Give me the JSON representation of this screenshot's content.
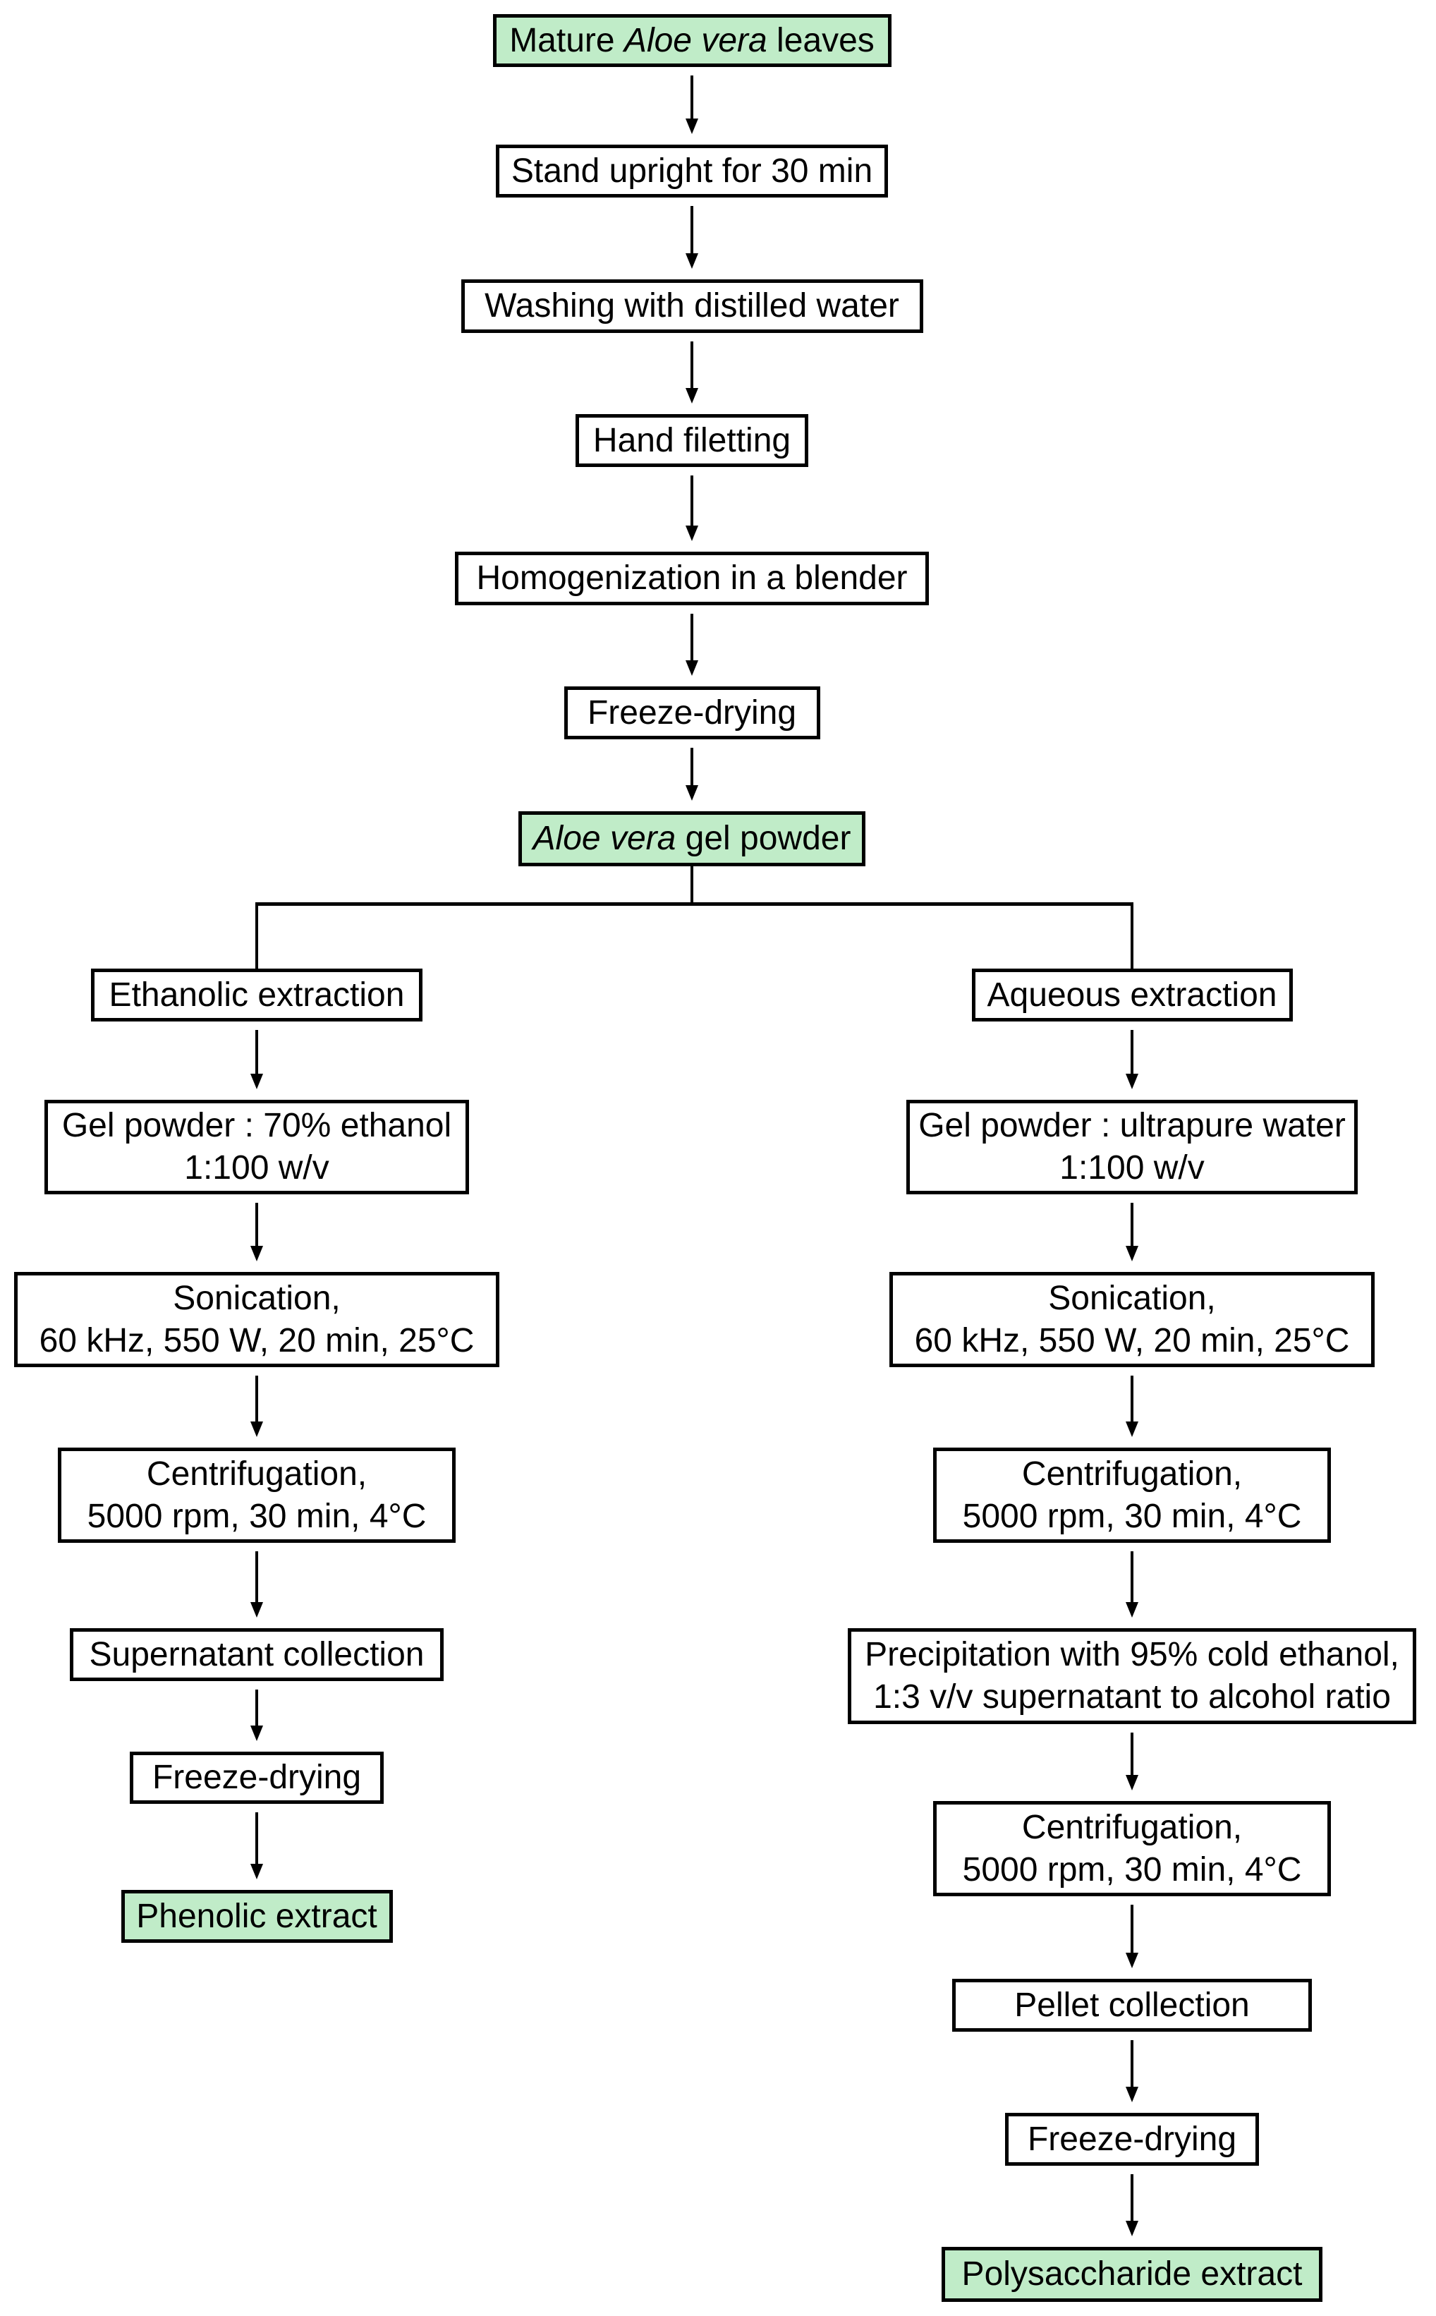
{
  "diagram": {
    "colors": {
      "background": "#ffffff",
      "box_fill": "#ffffff",
      "highlight_fill": "#c0ecc8",
      "border": "#000000",
      "text": "#000000",
      "connector": "#000000"
    },
    "nodes": [
      {
        "id": "mature-leaves",
        "fill": "highlight",
        "lines": [
          [
            {
              "text": "Mature "
            },
            {
              "text": "Aloe vera",
              "italic": true
            },
            {
              "text": " leaves"
            }
          ]
        ]
      },
      {
        "id": "stand-upright",
        "fill": "white",
        "lines": [
          [
            {
              "text": "Stand upright for 30 min"
            }
          ]
        ]
      },
      {
        "id": "washing",
        "fill": "white",
        "lines": [
          [
            {
              "text": "Washing with distilled water"
            }
          ]
        ]
      },
      {
        "id": "hand-filetting",
        "fill": "white",
        "lines": [
          [
            {
              "text": "Hand filetting"
            }
          ]
        ]
      },
      {
        "id": "homogenization",
        "fill": "white",
        "lines": [
          [
            {
              "text": "Homogenization in a blender"
            }
          ]
        ]
      },
      {
        "id": "freeze-drying-1",
        "fill": "white",
        "lines": [
          [
            {
              "text": "Freeze-drying"
            }
          ]
        ]
      },
      {
        "id": "gel-powder",
        "fill": "highlight",
        "lines": [
          [
            {
              "text": "Aloe vera",
              "italic": true
            },
            {
              "text": " gel powder"
            }
          ]
        ]
      },
      {
        "id": "ethanolic-extraction",
        "fill": "white",
        "lines": [
          [
            {
              "text": "Ethanolic extraction"
            }
          ]
        ]
      },
      {
        "id": "aqueous-extraction",
        "fill": "white",
        "lines": [
          [
            {
              "text": "Aqueous extraction"
            }
          ]
        ]
      },
      {
        "id": "gel-powder-ethanol",
        "fill": "white",
        "lines": [
          [
            {
              "text": "Gel powder : 70% ethanol"
            }
          ],
          [
            {
              "text": "1:100 w/v"
            }
          ]
        ]
      },
      {
        "id": "gel-powder-water",
        "fill": "white",
        "lines": [
          [
            {
              "text": "Gel powder : ultrapure water"
            }
          ],
          [
            {
              "text": "1:100 w/v"
            }
          ]
        ]
      },
      {
        "id": "sonication-left",
        "fill": "white",
        "lines": [
          [
            {
              "text": "Sonication,"
            }
          ],
          [
            {
              "text": "60 kHz, 550 W, 20 min, 25°C"
            }
          ]
        ]
      },
      {
        "id": "sonication-right",
        "fill": "white",
        "lines": [
          [
            {
              "text": "Sonication,"
            }
          ],
          [
            {
              "text": "60 kHz, 550 W, 20 min, 25°C"
            }
          ]
        ]
      },
      {
        "id": "centrifugation-left",
        "fill": "white",
        "lines": [
          [
            {
              "text": "Centrifugation,"
            }
          ],
          [
            {
              "text": "5000 rpm, 30 min, 4°C"
            }
          ]
        ]
      },
      {
        "id": "centrifugation-right",
        "fill": "white",
        "lines": [
          [
            {
              "text": "Centrifugation,"
            }
          ],
          [
            {
              "text": "5000 rpm, 30 min, 4°C"
            }
          ]
        ]
      },
      {
        "id": "supernatant-collection",
        "fill": "white",
        "lines": [
          [
            {
              "text": "Supernatant collection"
            }
          ]
        ]
      },
      {
        "id": "precipitation",
        "fill": "white",
        "lines": [
          [
            {
              "text": "Precipitation with 95% cold ethanol,"
            }
          ],
          [
            {
              "text": "1:3 v/v supernatant to alcohol ratio"
            }
          ]
        ]
      },
      {
        "id": "freeze-drying-left",
        "fill": "white",
        "lines": [
          [
            {
              "text": "Freeze-drying"
            }
          ]
        ]
      },
      {
        "id": "centrifugation-right-2",
        "fill": "white",
        "lines": [
          [
            {
              "text": "Centrifugation,"
            }
          ],
          [
            {
              "text": "5000 rpm, 30 min, 4°C"
            }
          ]
        ]
      },
      {
        "id": "phenolic-extract",
        "fill": "highlight",
        "lines": [
          [
            {
              "text": "Phenolic extract"
            }
          ]
        ]
      },
      {
        "id": "pellet-collection",
        "fill": "white",
        "lines": [
          [
            {
              "text": "Pellet collection"
            }
          ]
        ]
      },
      {
        "id": "freeze-drying-right",
        "fill": "white",
        "lines": [
          [
            {
              "text": "Freeze-drying"
            }
          ]
        ]
      },
      {
        "id": "polysaccharide-extract",
        "fill": "highlight",
        "lines": [
          [
            {
              "text": "Polysaccharide extract"
            }
          ]
        ]
      }
    ],
    "arrows": [
      [
        "mature-leaves",
        "stand-upright"
      ],
      [
        "stand-upright",
        "washing"
      ],
      [
        "washing",
        "hand-filetting"
      ],
      [
        "hand-filetting",
        "homogenization"
      ],
      [
        "homogenization",
        "freeze-drying-1"
      ],
      [
        "freeze-drying-1",
        "gel-powder"
      ],
      [
        "ethanolic-extraction",
        "gel-powder-ethanol"
      ],
      [
        "gel-powder-ethanol",
        "sonication-left"
      ],
      [
        "sonication-left",
        "centrifugation-left"
      ],
      [
        "centrifugation-left",
        "supernatant-collection"
      ],
      [
        "supernatant-collection",
        "freeze-drying-left"
      ],
      [
        "freeze-drying-left",
        "phenolic-extract"
      ],
      [
        "aqueous-extraction",
        "gel-powder-water"
      ],
      [
        "gel-powder-water",
        "sonication-right"
      ],
      [
        "sonication-right",
        "centrifugation-right"
      ],
      [
        "centrifugation-right",
        "precipitation"
      ],
      [
        "precipitation",
        "centrifugation-right-2"
      ],
      [
        "centrifugation-right-2",
        "pellet-collection"
      ],
      [
        "pellet-collection",
        "freeze-drying-right"
      ],
      [
        "freeze-drying-right",
        "polysaccharide-extract"
      ]
    ],
    "branch": {
      "from": "gel-powder",
      "left": "ethanolic-extraction",
      "right": "aqueous-extraction"
    }
  }
}
